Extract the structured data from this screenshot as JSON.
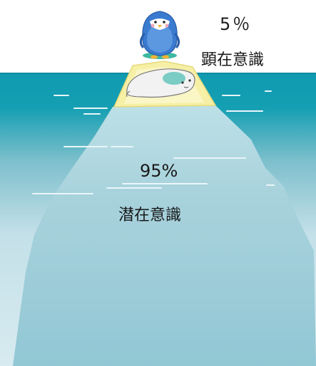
{
  "diagram": {
    "above": {
      "percent": "5％",
      "label": "顕在意識",
      "share": 5
    },
    "below": {
      "percent": "95%",
      "label": "潜在意識",
      "share": 95
    }
  },
  "colors": {
    "sky": "#ffffff",
    "sea_surface": "#159fb3",
    "sea_deep": "#c9e3ea",
    "iceberg_body": "#a2ced8",
    "iceberg_top": "#f6f0a6",
    "penguin_blue": "#3a7bd0",
    "seal": "#f2f2f2",
    "text": "#1a1a1a"
  },
  "icons": [
    "penguin-icon",
    "seal-icon",
    "iceberg-icon"
  ]
}
